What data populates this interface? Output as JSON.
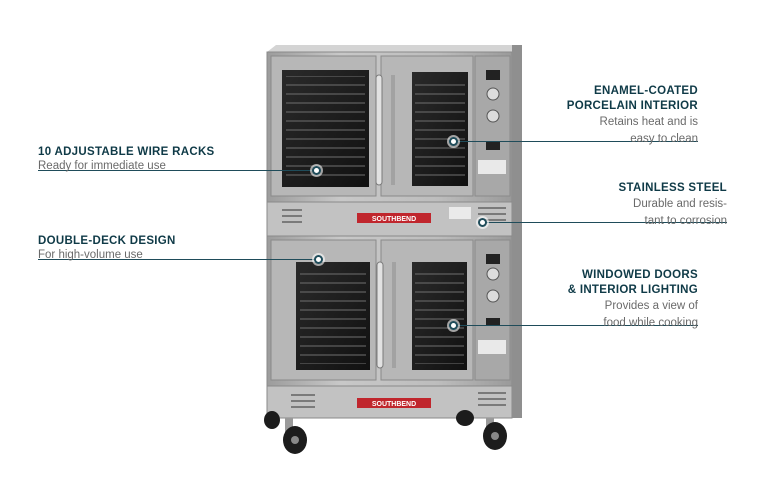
{
  "callouts": {
    "wire_racks": {
      "title": "10 ADJUSTABLE WIRE RACKS",
      "desc": [
        "Ready for immediate use"
      ]
    },
    "double_deck": {
      "title": "DOUBLE-DECK DESIGN",
      "desc": [
        "For high-volume use"
      ]
    },
    "enamel": {
      "title": [
        "ENAMEL-COATED",
        "PORCELAIN INTERIOR"
      ],
      "desc": [
        "Retains heat and is",
        "easy to clean"
      ]
    },
    "stainless": {
      "title": "STAINLESS STEEL",
      "desc": [
        "Durable and resis-",
        "tant to corrosion"
      ]
    },
    "windowed": {
      "title": [
        "WINDOWED DOORS",
        "& INTERIOR LIGHTING"
      ],
      "desc": [
        "Provides a view of",
        "food while cooking"
      ]
    }
  },
  "product": {
    "badge_text": "SOUTHBEND",
    "colors": {
      "steel": "#b4b4b4",
      "steel_dark": "#8c8c8c",
      "window": "#1c1c1c",
      "badge": "#c0262d",
      "accent": "#0f3a47"
    }
  }
}
